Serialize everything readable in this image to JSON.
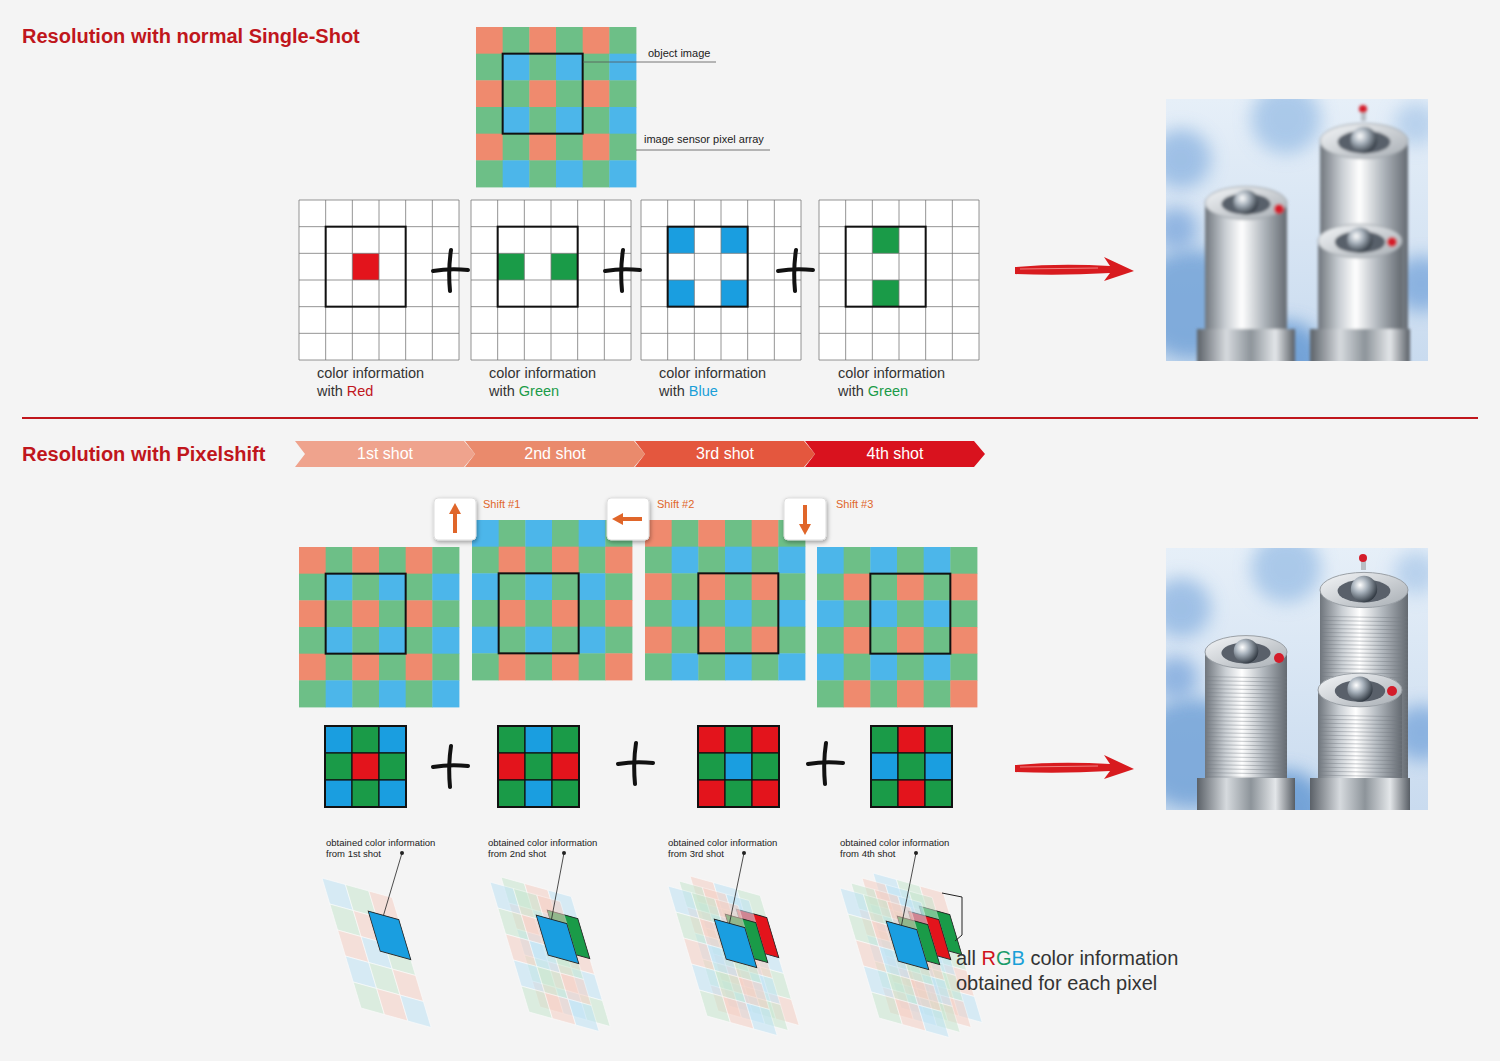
{
  "diagram": {
    "nodes": [
      {
        "text": [
          "1st shot"
        ]
      },
      {
        "text": [
          "2nd shot"
        ]
      },
      {
        "text": [
          "3rd shot"
        ]
      },
      {
        "text": [
          "4th shot"
        ]
      }
    ],
    "labels": [
      "Resolution with normal Single-Shot",
      "object image",
      "image sensor pixel array",
      "color information with Red",
      "color information with Green",
      "color information with Blue",
      "color information with Green",
      "Resolution with Pixelshift",
      "Shift #1",
      "Shift #2",
      "Shift #3",
      "obtained color information from 1st shot",
      "obtained color information from 2nd shot",
      "obtained color information from 3rd shot",
      "obtained color information from 4th shot",
      "all RGB color information obtained for each pixel"
    ]
  }
}
